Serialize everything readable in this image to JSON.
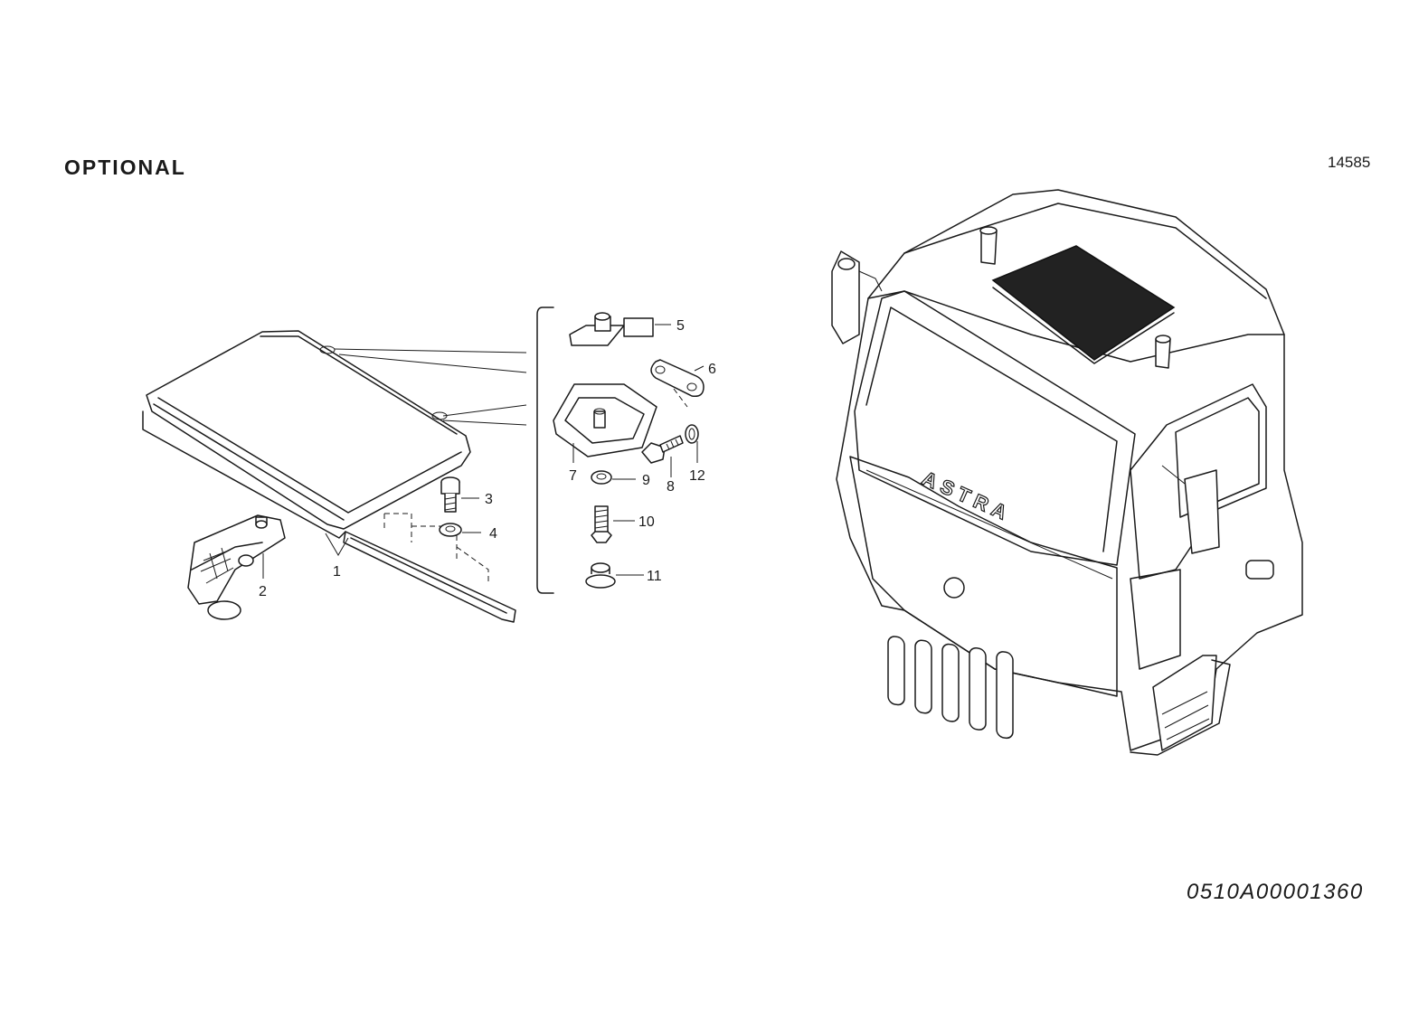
{
  "header": {
    "heading": "OPTIONAL",
    "drawing_number": "14585"
  },
  "footer": {
    "catalog_code": "0510A00001360"
  },
  "callouts": [
    {
      "id": "1",
      "label": "1"
    },
    {
      "id": "2",
      "label": "2"
    },
    {
      "id": "3",
      "label": "3"
    },
    {
      "id": "4",
      "label": "4"
    },
    {
      "id": "5",
      "label": "5"
    },
    {
      "id": "6",
      "label": "6"
    },
    {
      "id": "7",
      "label": "7"
    },
    {
      "id": "8",
      "label": "8"
    },
    {
      "id": "9",
      "label": "9"
    },
    {
      "id": "10",
      "label": "10"
    },
    {
      "id": "11",
      "label": "11"
    },
    {
      "id": "12",
      "label": "12"
    }
  ],
  "cab": {
    "grille_logo": "ASTRA"
  }
}
